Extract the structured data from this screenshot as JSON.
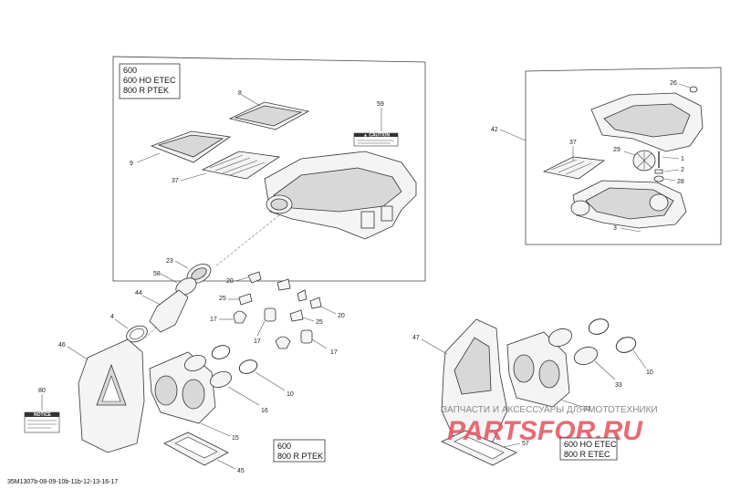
{
  "diagram": {
    "footer_code": "35M1307b-08-09-10b-11b-12-13-16-17",
    "boxes": {
      "top_left": [
        "600",
        "600 HO ETEC",
        "800 R PTEK"
      ],
      "bottom_center": [
        "600",
        "800 R PTEK"
      ],
      "bottom_right": [
        "600 HO ETEC",
        "800 R ETEC"
      ]
    },
    "labels_main": {
      "p8": "8",
      "p9": "9",
      "p37a": "37",
      "p59": "59",
      "p23": "23",
      "p58": "58",
      "p44": "44",
      "p4": "4",
      "p46": "46",
      "p80": "80",
      "p20a": "20",
      "p25a": "25",
      "p17a": "17",
      "p17b": "17",
      "p25b": "25",
      "p20b": "20",
      "p17c": "17",
      "p15": "15",
      "p16": "16",
      "p10a": "10",
      "p45": "45"
    },
    "labels_right": {
      "p42": "42",
      "p26": "26",
      "p37b": "37",
      "p29": "29",
      "p1": "1",
      "p2": "2",
      "p28": "28",
      "p3": "3",
      "p47": "47",
      "p10b": "10",
      "p33": "33",
      "p32": "32",
      "p57": "57"
    },
    "decals": {
      "caution_title": "▲ CAUTION",
      "notice_title": "NOTICE"
    },
    "watermark": {
      "tagline": "ЗАПЧАСТИ И АКСЕССУАРЫ ДЛЯ МОТОТЕХНИКИ",
      "logo": "PARTSFOR.RU"
    }
  }
}
